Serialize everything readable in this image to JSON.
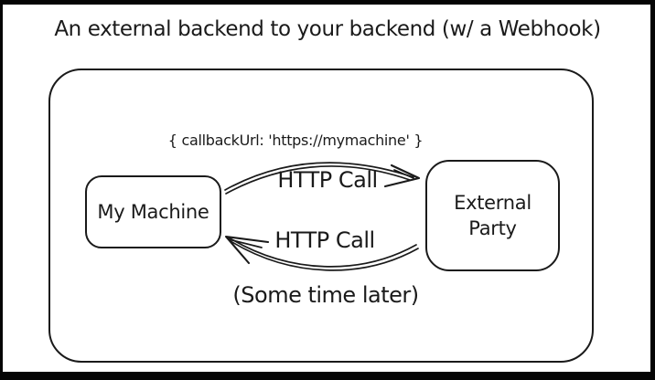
{
  "title": "An external backend to your backend (w/ a Webhook)",
  "diagram": {
    "annotation": "{ callbackUrl: 'https://mymachine' }",
    "nodes": {
      "my_machine": {
        "label": "My Machine"
      },
      "external_party": {
        "label": "External Party"
      }
    },
    "edges": {
      "request": {
        "label": "HTTP Call",
        "from": "My Machine",
        "to": "External Party",
        "direction": "left-to-right"
      },
      "callback": {
        "label": "HTTP Call",
        "from": "External Party",
        "to": "My Machine",
        "direction": "right-to-left"
      }
    },
    "note": "(Some time later)"
  },
  "colors": {
    "ink": "#1a1a1a",
    "background": "#ffffff"
  }
}
